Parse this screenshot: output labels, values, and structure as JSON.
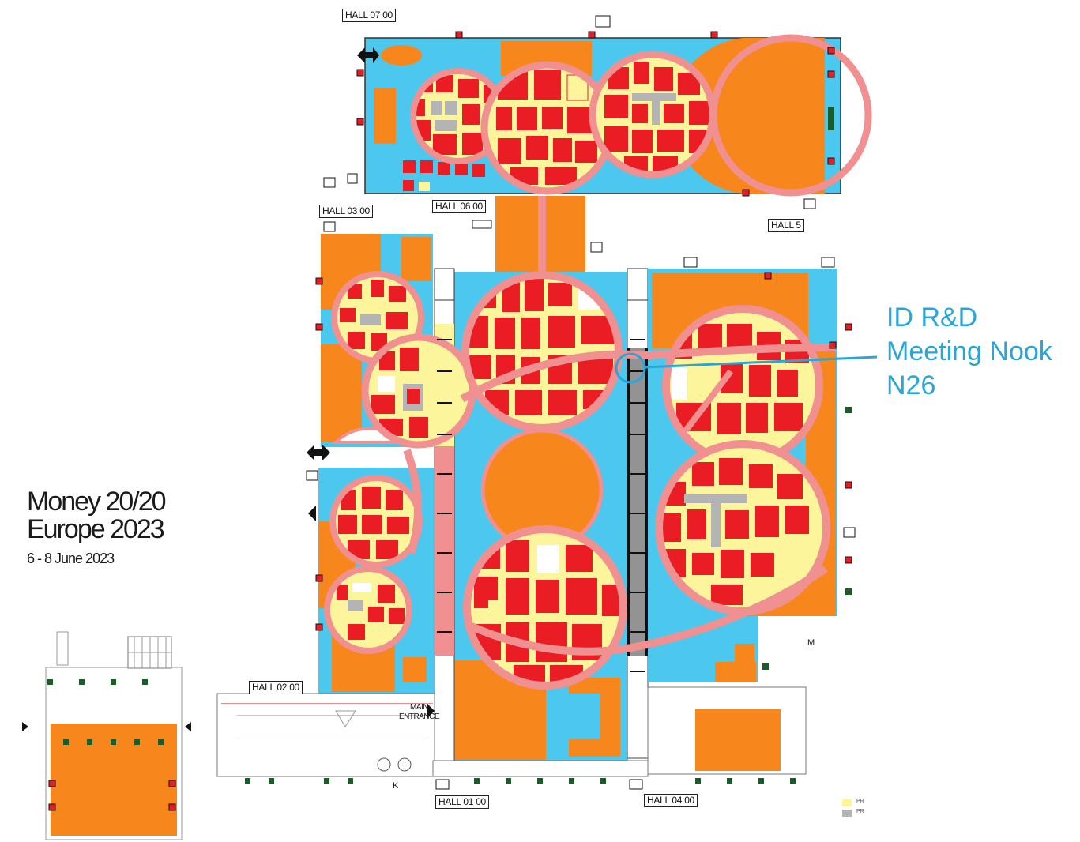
{
  "event": {
    "title_line1": "Money 20/20",
    "title_line2": "Europe 2023",
    "dates": "6 - 8 June 2023"
  },
  "callout": {
    "line1": "ID R&D",
    "line2": "Meeting Nook",
    "line3": "N26",
    "color": "#2aa5d8"
  },
  "halls": {
    "hall07": "HALL 07 00",
    "hall06": "HALL 06 00",
    "hall03": "HALL 03 00",
    "hall5": "HALL 5",
    "hall02": "HALL 02 00",
    "hall01": "HALL 01 00",
    "hall04": "HALL 04 00"
  },
  "labels": {
    "main_entrance_1": "MAIN",
    "main_entrance_2": "ENTRANCE",
    "k": "K",
    "m": "M"
  },
  "legend": {
    "item1": "PR",
    "item2": "PR"
  },
  "colors": {
    "orange": "#f7861d",
    "red": "#ea1c24",
    "yellow": "#fdf59b",
    "pink": "#f09090",
    "blue": "#4cc8ef",
    "gray": "#b4b4b4"
  }
}
